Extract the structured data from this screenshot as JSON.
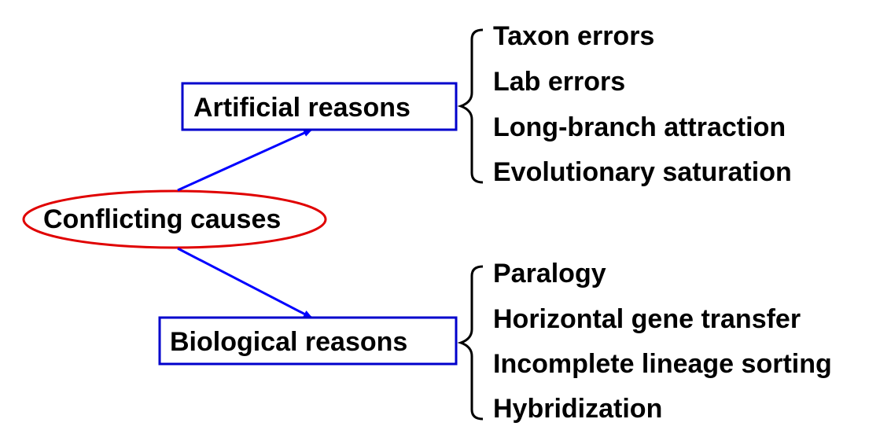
{
  "diagram": {
    "root": {
      "label": "Conflicting causes",
      "border_color": "#e00000",
      "shape": "ellipse"
    },
    "edge_color": "#0000ff",
    "box_border_color": "#0000cc",
    "categories": [
      {
        "label": "Artificial reasons",
        "items": [
          "Taxon errors",
          "Lab errors",
          "Long-branch attraction",
          "Evolutionary saturation"
        ]
      },
      {
        "label": "Biological reasons",
        "items": [
          "Paralogy",
          "Horizontal gene transfer",
          "Incomplete lineage sorting",
          "Hybridization"
        ]
      }
    ]
  }
}
